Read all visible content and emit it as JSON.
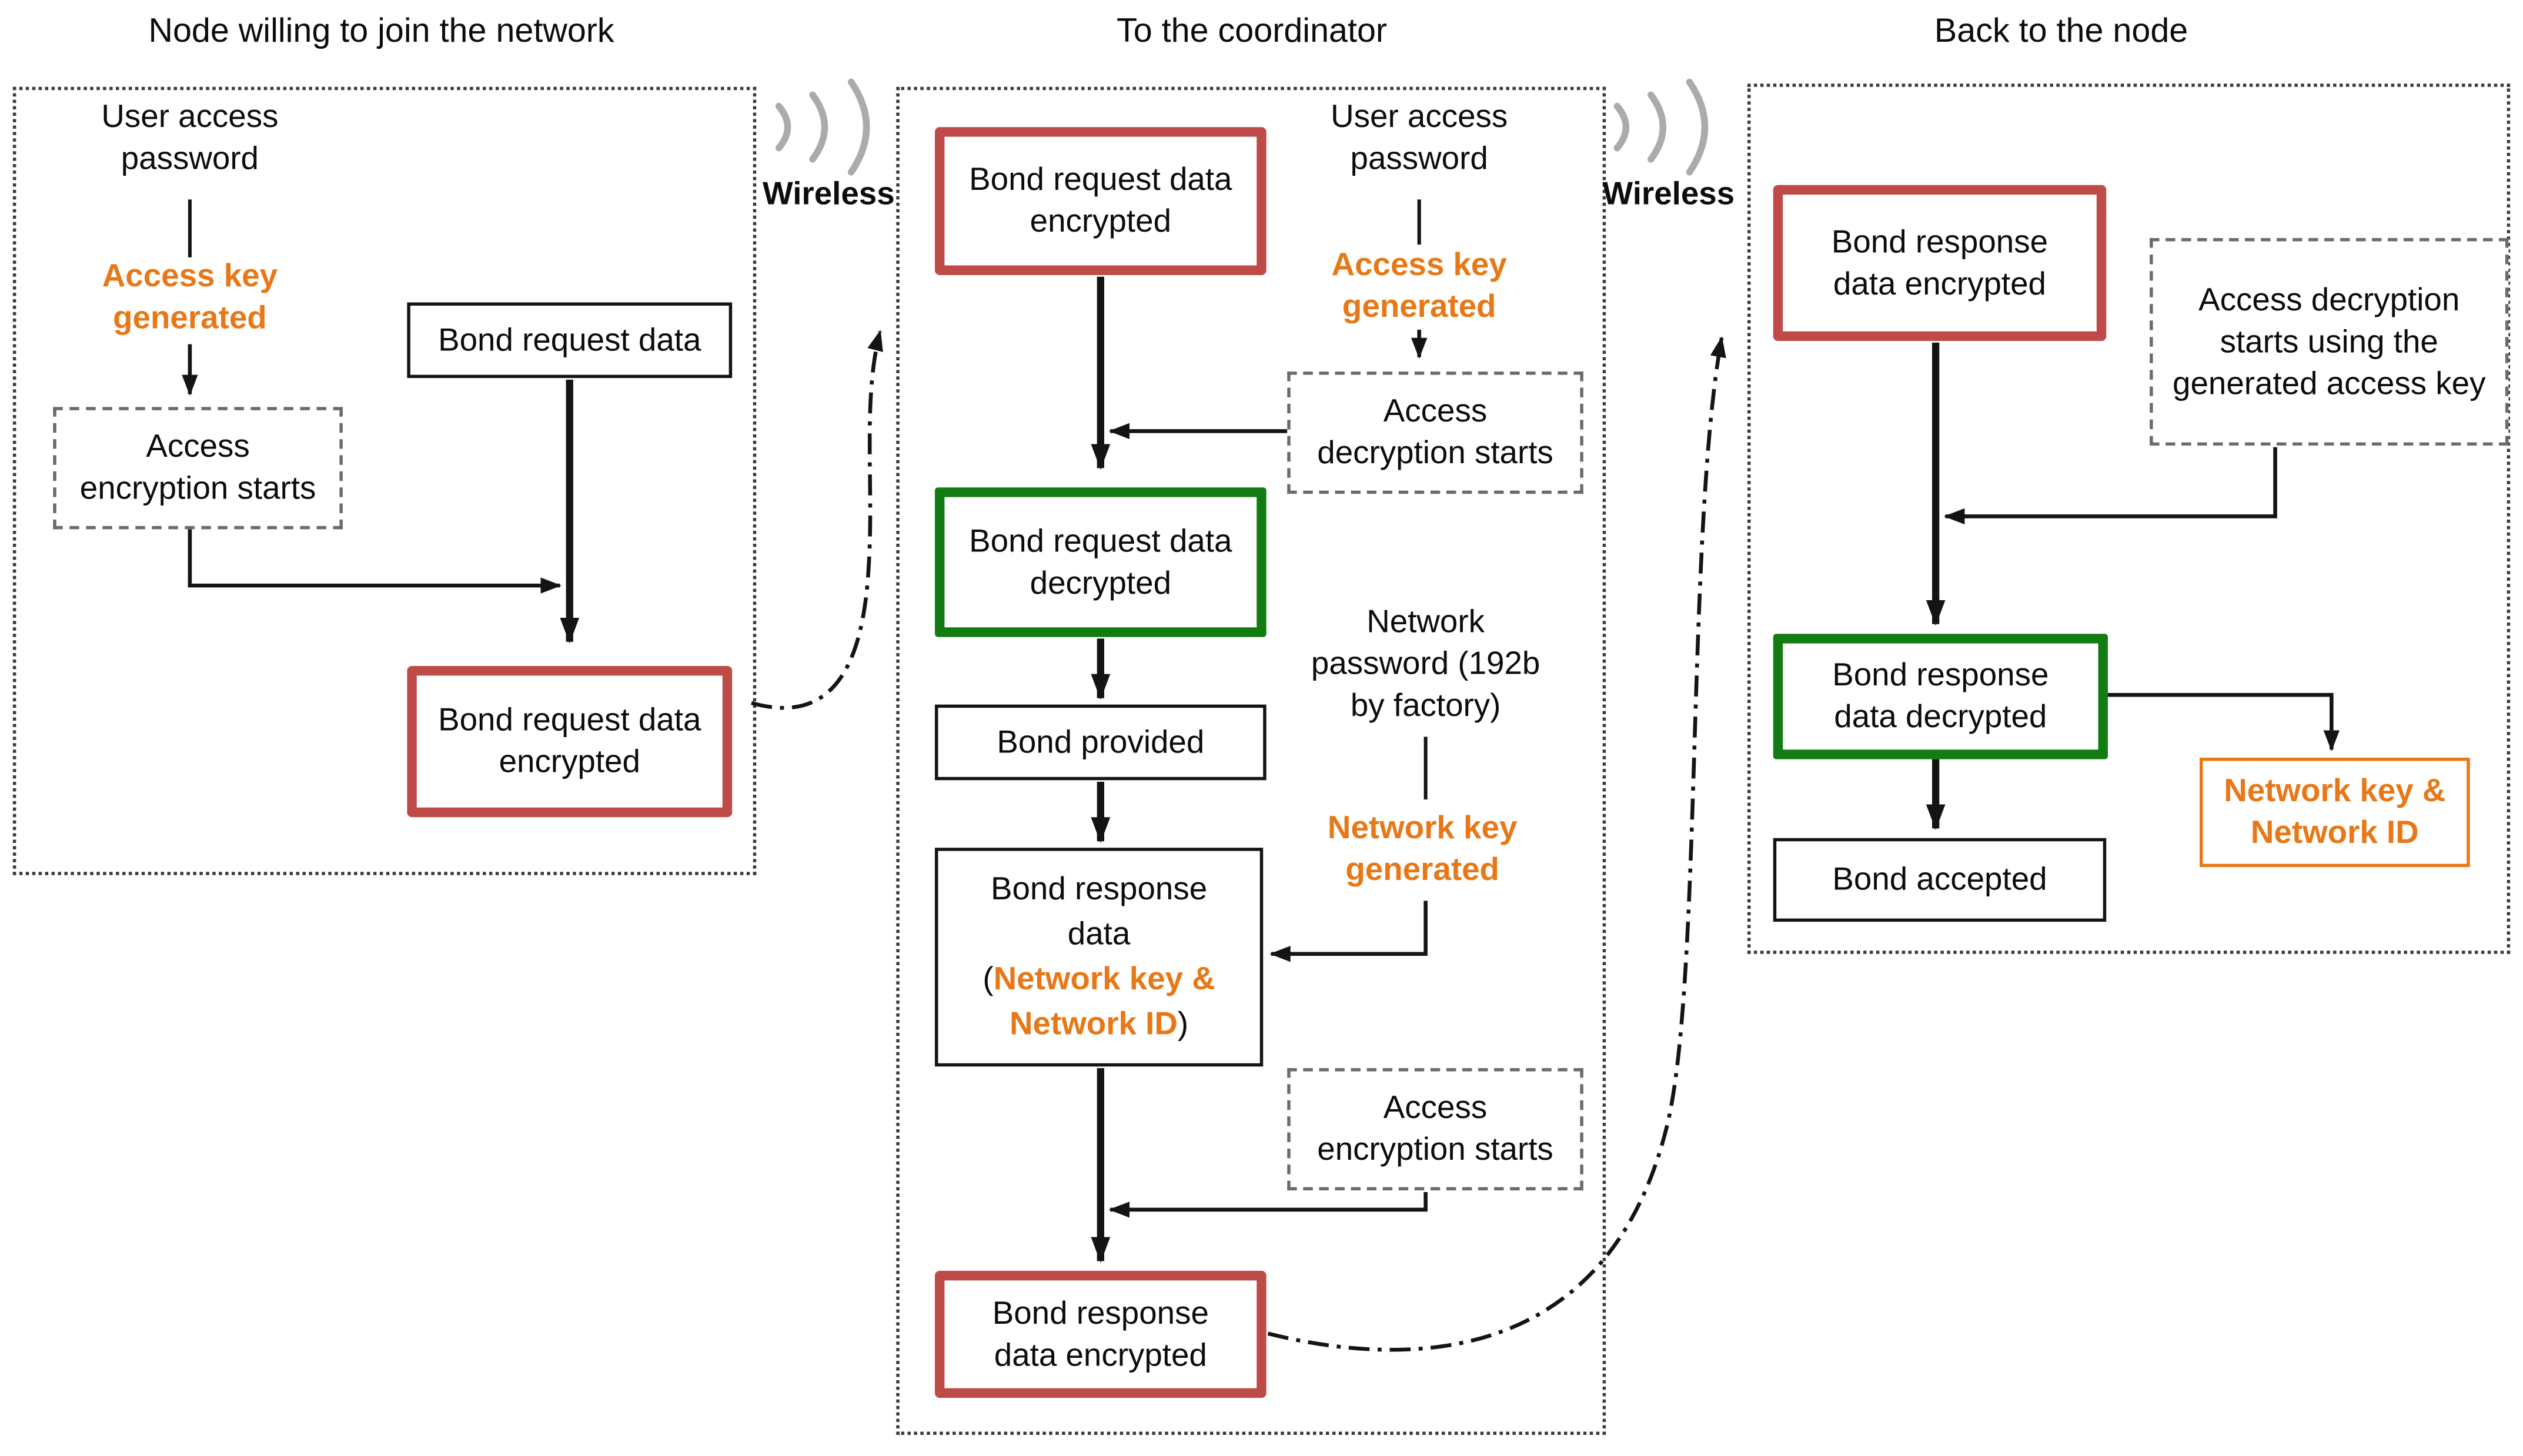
{
  "titles": {
    "left": "Node willing to join the network",
    "middle": "To the coordinator",
    "right": "Back to the node"
  },
  "wireless": {
    "label": "Wireless"
  },
  "colors": {
    "box_red": "#be4b48",
    "box_green": "#127c12",
    "accent_orange": "#e87817",
    "dashed_gray": "#6b6b6b",
    "arc_gray": "#ababab",
    "line_black": "#141414"
  },
  "left_panel": {
    "user_access_password": [
      "User access",
      "password"
    ],
    "access_key_generated": [
      "Access key",
      "generated"
    ],
    "access_encryption_starts": [
      "Access",
      "encryption starts"
    ],
    "bond_request_data": "Bond request data",
    "bond_request_data_encrypted": [
      "Bond request data",
      "encrypted"
    ]
  },
  "middle_panel": {
    "bond_request_data_encrypted": [
      "Bond request data",
      "encrypted"
    ],
    "user_access_password": [
      "User access",
      "password"
    ],
    "access_key_generated": [
      "Access key",
      "generated"
    ],
    "access_decryption_starts": [
      "Access",
      "decryption starts"
    ],
    "bond_request_data_decrypted": [
      "Bond request data",
      "decrypted"
    ],
    "bond_provided": "Bond provided",
    "bond_response_data": [
      "Bond response",
      "data"
    ],
    "paren_open": "(",
    "network_key_amp": "Network key &",
    "network_id": "Network ID",
    "paren_close": ")",
    "network_password": [
      "Network",
      "password (192b",
      "by factory)"
    ],
    "network_key_generated": [
      "Network key",
      "generated"
    ],
    "access_encryption_starts": [
      "Access",
      "encryption starts"
    ],
    "bond_response_data_encrypted": [
      "Bond response",
      "data encrypted"
    ]
  },
  "right_panel": {
    "bond_response_data_encrypted": [
      "Bond response",
      "data encrypted"
    ],
    "access_decryption_long": [
      "Access decryption",
      "starts using the",
      "generated access key"
    ],
    "bond_response_data_decrypted": [
      "Bond response",
      "data decrypted"
    ],
    "bond_accepted": "Bond accepted",
    "network_key_network_id": [
      "Network key &",
      "Network ID"
    ]
  }
}
